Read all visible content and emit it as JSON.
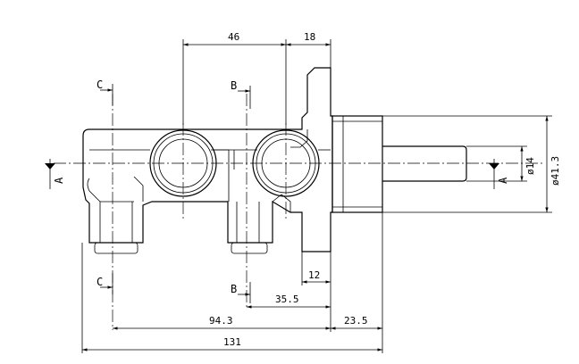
{
  "dimensions": {
    "d46": "46",
    "d18": "18",
    "d12": "12",
    "d35_5": "35.5",
    "d94_3": "94.3",
    "d23_5": "23.5",
    "d131": "131",
    "dia41_3": "ø41.3",
    "dia14": "ø14"
  },
  "section_labels": {
    "a_left": "A",
    "a_right": "A",
    "b_top": "B",
    "b_bottom": "B",
    "c_top": "C",
    "c_bottom": "C"
  }
}
